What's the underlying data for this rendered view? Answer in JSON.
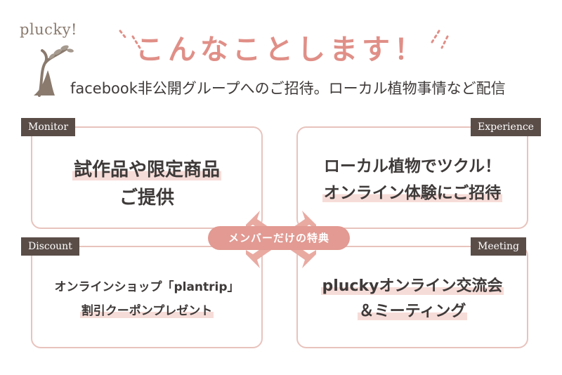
{
  "logo": {
    "text": "plucky!"
  },
  "heading": {
    "title": "こんなことします！"
  },
  "subtitle": "facebook非公開グループへのご招待。ローカル植物事情など配信",
  "center_label": "メンバーだけの特典",
  "panels": {
    "monitor": {
      "tag": "Monitor",
      "line1": "試作品や限定商品",
      "line2": "ご提供"
    },
    "experience": {
      "tag": "Experience",
      "line1": "ローカル植物でツクル！",
      "line2": "オンライン体験にご招待"
    },
    "discount": {
      "tag": "Discount",
      "line1": "オンラインショップ「plantrip」",
      "line2": "割引クーポンプレゼント"
    },
    "meeting": {
      "tag": "Meeting",
      "line1": "pluckyオンライン交流会",
      "line2": "＆ミーティング"
    }
  },
  "colors": {
    "accent": "#e08f87",
    "tag_bg": "#5a4d48",
    "border": "#e8c3bd"
  }
}
